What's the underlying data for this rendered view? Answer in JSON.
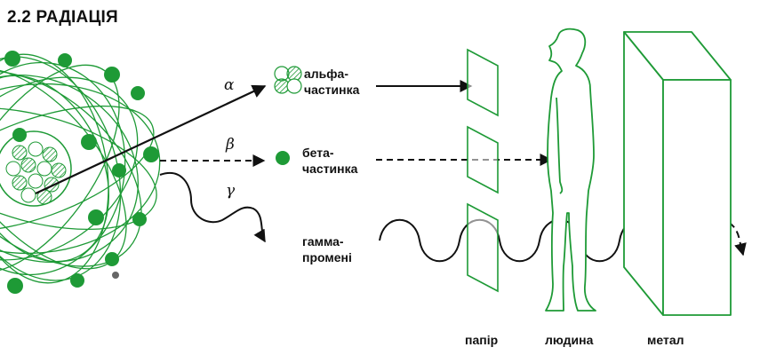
{
  "title": "2.2 РАДІАЦІЯ",
  "greek": {
    "alpha": "α",
    "beta": "β",
    "gamma": "γ"
  },
  "particles": {
    "alpha": {
      "line1": "альфа-",
      "line2": "частинка"
    },
    "beta": {
      "line1": "бета-",
      "line2": "частинка"
    },
    "gamma": {
      "line1": "гамма-",
      "line2": "промені"
    }
  },
  "barriers": {
    "paper": "папір",
    "human": "людина",
    "metal": "метал"
  },
  "colors": {
    "green": "#1e9a36",
    "dark": "#111111"
  }
}
